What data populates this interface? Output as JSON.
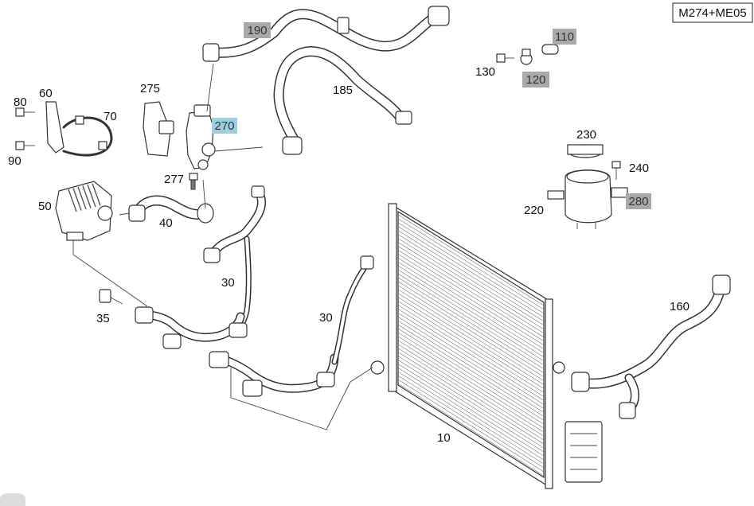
{
  "reference": "M274+ME05",
  "colors": {
    "gray_tag": "#a9a9a9",
    "blue_tag": "#9ecfe0",
    "line": "#444444"
  },
  "labels": [
    {
      "id": "l10",
      "text": "10"
    },
    {
      "id": "l30a",
      "text": "30"
    },
    {
      "id": "l30b",
      "text": "30"
    },
    {
      "id": "l35",
      "text": "35"
    },
    {
      "id": "l40",
      "text": "40"
    },
    {
      "id": "l50",
      "text": "50"
    },
    {
      "id": "l60",
      "text": "60"
    },
    {
      "id": "l70",
      "text": "70"
    },
    {
      "id": "l80",
      "text": "80"
    },
    {
      "id": "l90",
      "text": "90"
    },
    {
      "id": "l130",
      "text": "130"
    },
    {
      "id": "l160",
      "text": "160"
    },
    {
      "id": "l185",
      "text": "185"
    },
    {
      "id": "l220",
      "text": "220"
    },
    {
      "id": "l230",
      "text": "230"
    },
    {
      "id": "l240",
      "text": "240"
    },
    {
      "id": "l275",
      "text": "275"
    },
    {
      "id": "l277",
      "text": "277"
    }
  ],
  "tags": [
    {
      "id": "t190",
      "text": "190",
      "style": "gray"
    },
    {
      "id": "t110",
      "text": "110",
      "style": "gray"
    },
    {
      "id": "t120",
      "text": "120",
      "style": "gray"
    },
    {
      "id": "t270",
      "text": "270",
      "style": "blue"
    },
    {
      "id": "t280",
      "text": "280",
      "style": "gray"
    }
  ]
}
